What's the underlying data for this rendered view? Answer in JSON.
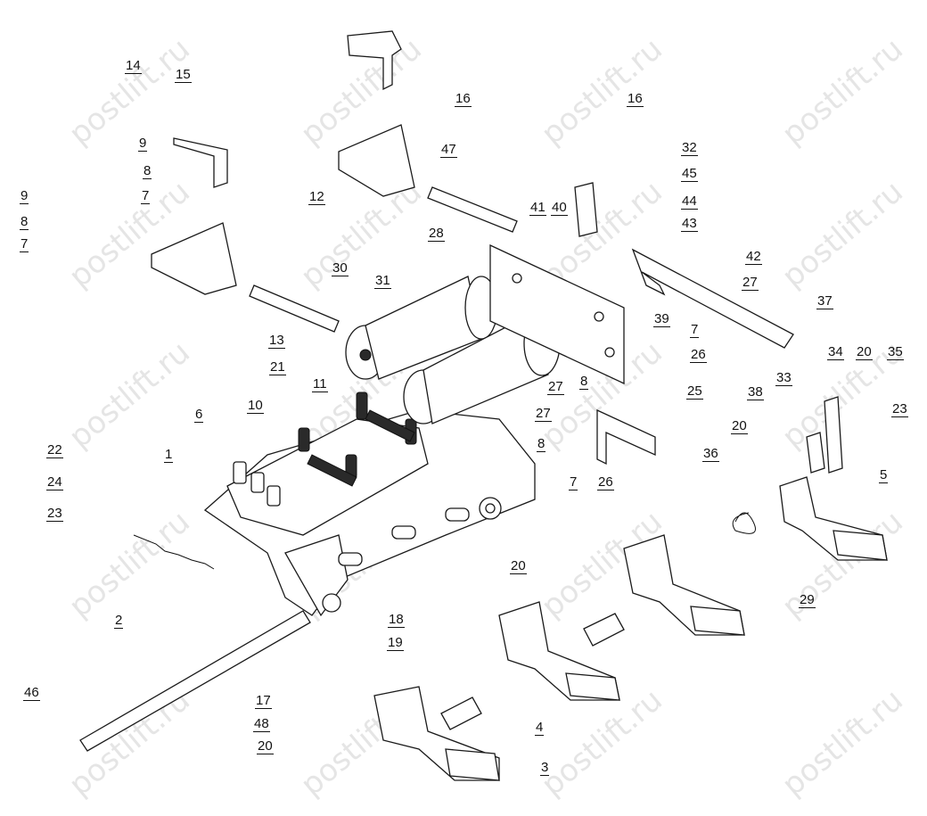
{
  "watermark": "postlift.ru",
  "callouts": [
    {
      "label": "1"
    },
    {
      "label": "2"
    },
    {
      "label": "3"
    },
    {
      "label": "4"
    },
    {
      "label": "5"
    },
    {
      "label": "6"
    },
    {
      "label": "7"
    },
    {
      "label": "7"
    },
    {
      "label": "7"
    },
    {
      "label": "7"
    },
    {
      "label": "8"
    },
    {
      "label": "8"
    },
    {
      "label": "8"
    },
    {
      "label": "8"
    },
    {
      "label": "9"
    },
    {
      "label": "9"
    },
    {
      "label": "10"
    },
    {
      "label": "11"
    },
    {
      "label": "12"
    },
    {
      "label": "13"
    },
    {
      "label": "14"
    },
    {
      "label": "15"
    },
    {
      "label": "16"
    },
    {
      "label": "16"
    },
    {
      "label": "17"
    },
    {
      "label": "18"
    },
    {
      "label": "19"
    },
    {
      "label": "20"
    },
    {
      "label": "20"
    },
    {
      "label": "20"
    },
    {
      "label": "20"
    },
    {
      "label": "21"
    },
    {
      "label": "22"
    },
    {
      "label": "23"
    },
    {
      "label": "23"
    },
    {
      "label": "24"
    },
    {
      "label": "25"
    },
    {
      "label": "26"
    },
    {
      "label": "26"
    },
    {
      "label": "27"
    },
    {
      "label": "27"
    },
    {
      "label": "27"
    },
    {
      "label": "28"
    },
    {
      "label": "29"
    },
    {
      "label": "30"
    },
    {
      "label": "31"
    },
    {
      "label": "32"
    },
    {
      "label": "33"
    },
    {
      "label": "34"
    },
    {
      "label": "35"
    },
    {
      "label": "36"
    },
    {
      "label": "37"
    },
    {
      "label": "38"
    },
    {
      "label": "39"
    },
    {
      "label": "40"
    },
    {
      "label": "41"
    },
    {
      "label": "42"
    },
    {
      "label": "43"
    },
    {
      "label": "44"
    },
    {
      "label": "45"
    },
    {
      "label": "46"
    },
    {
      "label": "47"
    },
    {
      "label": "48"
    }
  ]
}
